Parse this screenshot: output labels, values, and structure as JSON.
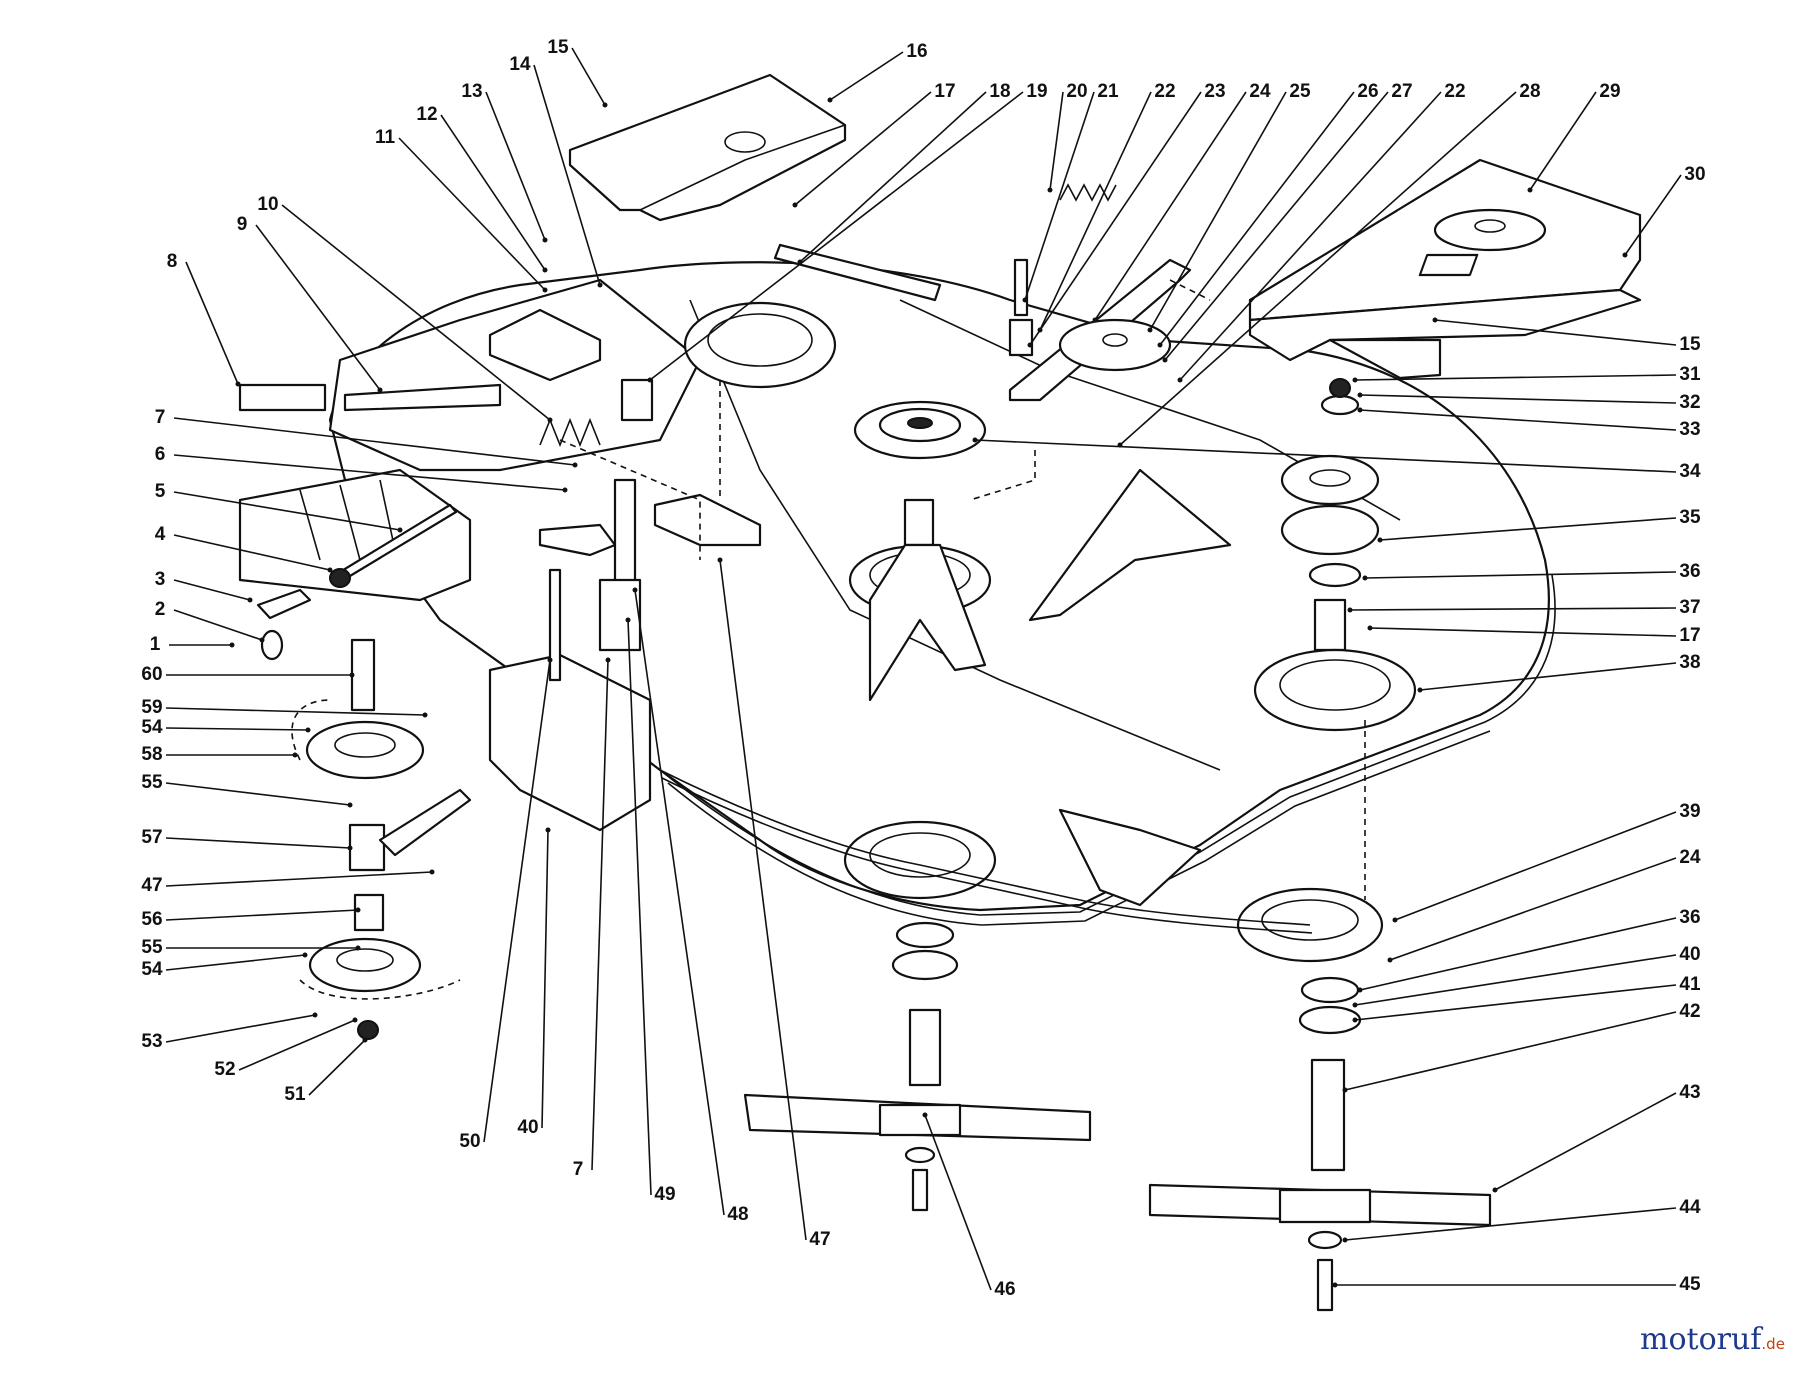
{
  "diagram": {
    "callouts": [
      {
        "id": "c1",
        "text": "1"
      },
      {
        "id": "c2",
        "text": "2"
      },
      {
        "id": "c3",
        "text": "3"
      },
      {
        "id": "c4",
        "text": "4"
      },
      {
        "id": "c5",
        "text": "5"
      },
      {
        "id": "c6",
        "text": "6"
      },
      {
        "id": "c7a",
        "text": "7"
      },
      {
        "id": "c8",
        "text": "8"
      },
      {
        "id": "c9",
        "text": "9"
      },
      {
        "id": "c10",
        "text": "10"
      },
      {
        "id": "c11",
        "text": "11"
      },
      {
        "id": "c12",
        "text": "12"
      },
      {
        "id": "c13",
        "text": "13"
      },
      {
        "id": "c14",
        "text": "14"
      },
      {
        "id": "c15a",
        "text": "15"
      },
      {
        "id": "c16",
        "text": "16"
      },
      {
        "id": "c17a",
        "text": "17"
      },
      {
        "id": "c18",
        "text": "18"
      },
      {
        "id": "c19",
        "text": "19"
      },
      {
        "id": "c20",
        "text": "20"
      },
      {
        "id": "c21",
        "text": "21"
      },
      {
        "id": "c22a",
        "text": "22"
      },
      {
        "id": "c23",
        "text": "23"
      },
      {
        "id": "c24a",
        "text": "24"
      },
      {
        "id": "c25",
        "text": "25"
      },
      {
        "id": "c26",
        "text": "26"
      },
      {
        "id": "c27",
        "text": "27"
      },
      {
        "id": "c22b",
        "text": "22"
      },
      {
        "id": "c28",
        "text": "28"
      },
      {
        "id": "c29",
        "text": "29"
      },
      {
        "id": "c30",
        "text": "30"
      },
      {
        "id": "c15b",
        "text": "15"
      },
      {
        "id": "c31",
        "text": "31"
      },
      {
        "id": "c32",
        "text": "32"
      },
      {
        "id": "c33",
        "text": "33"
      },
      {
        "id": "c34",
        "text": "34"
      },
      {
        "id": "c35",
        "text": "35"
      },
      {
        "id": "c36a",
        "text": "36"
      },
      {
        "id": "c37",
        "text": "37"
      },
      {
        "id": "c17b",
        "text": "17"
      },
      {
        "id": "c38",
        "text": "38"
      },
      {
        "id": "c39",
        "text": "39"
      },
      {
        "id": "c24b",
        "text": "24"
      },
      {
        "id": "c36b",
        "text": "36"
      },
      {
        "id": "c40a",
        "text": "40"
      },
      {
        "id": "c41",
        "text": "41"
      },
      {
        "id": "c42",
        "text": "42"
      },
      {
        "id": "c43",
        "text": "43"
      },
      {
        "id": "c44",
        "text": "44"
      },
      {
        "id": "c45",
        "text": "45"
      },
      {
        "id": "c46",
        "text": "46"
      },
      {
        "id": "c47a",
        "text": "47"
      },
      {
        "id": "c48",
        "text": "48"
      },
      {
        "id": "c49",
        "text": "49"
      },
      {
        "id": "c7b",
        "text": "7"
      },
      {
        "id": "c40b",
        "text": "40"
      },
      {
        "id": "c50",
        "text": "50"
      },
      {
        "id": "c51",
        "text": "51"
      },
      {
        "id": "c52",
        "text": "52"
      },
      {
        "id": "c53",
        "text": "53"
      },
      {
        "id": "c54a",
        "text": "54"
      },
      {
        "id": "c55a",
        "text": "55"
      },
      {
        "id": "c56",
        "text": "56"
      },
      {
        "id": "c47b",
        "text": "47"
      },
      {
        "id": "c57",
        "text": "57"
      },
      {
        "id": "c55b",
        "text": "55"
      },
      {
        "id": "c58",
        "text": "58"
      },
      {
        "id": "c54b",
        "text": "54"
      },
      {
        "id": "c59",
        "text": "59"
      },
      {
        "id": "c60",
        "text": "60"
      }
    ]
  },
  "watermark": {
    "brand": "motoruf",
    "domain": ".de"
  }
}
